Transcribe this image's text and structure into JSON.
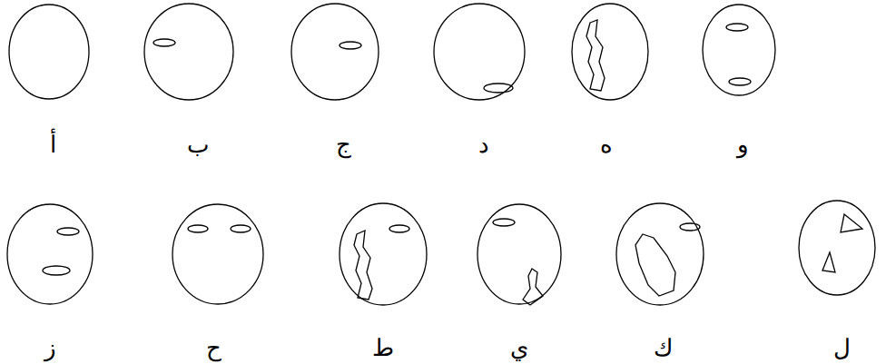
{
  "diagram": {
    "labels": [
      "أ",
      "ب",
      "ج",
      "د",
      "ه",
      "و",
      "ز",
      "ح",
      "ط",
      "ي",
      "ك",
      "ل"
    ]
  }
}
